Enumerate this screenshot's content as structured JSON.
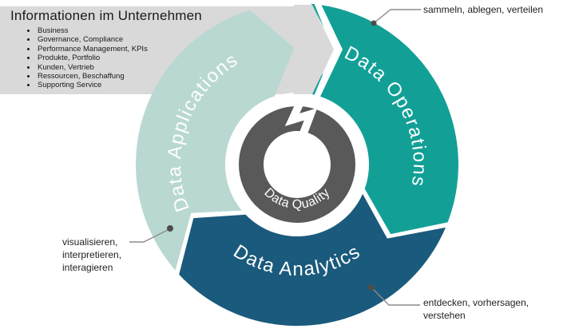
{
  "info_box": {
    "title": "Informationen im Unternehmen",
    "items": [
      "Business",
      "Governance, Compliance",
      "Performance Management, KPIs",
      "Produkte, Portfolio",
      "Kunden, Vertrieb",
      "Ressourcen, Beschaffung",
      "Supporting Service"
    ],
    "background": "#D9D9D9",
    "text_color": "#1A1A1A"
  },
  "cycle": {
    "center_label": "Data Quality",
    "ring_color": "#595959",
    "label_color": "#FFFFFF",
    "segments": [
      {
        "id": "operations",
        "label": "Data Operations",
        "color": "#12A096"
      },
      {
        "id": "analytics",
        "label": "Data Analytics",
        "color": "#1A5A7C"
      },
      {
        "id": "applications",
        "label": "Data Applications",
        "color": "#B9D8D1"
      }
    ]
  },
  "annotations": [
    {
      "id": "operations",
      "lines": [
        "sammeln, ablegen, verteilen"
      ]
    },
    {
      "id": "applications",
      "lines": [
        "visualisieren,",
        "interpretieren,",
        "interagieren"
      ]
    },
    {
      "id": "analytics",
      "lines": [
        "entdecken, vorhersagen,",
        "verstehen"
      ]
    }
  ],
  "connector_color": "#8C8C8C",
  "connector_dot_color": "#4D4D4D"
}
